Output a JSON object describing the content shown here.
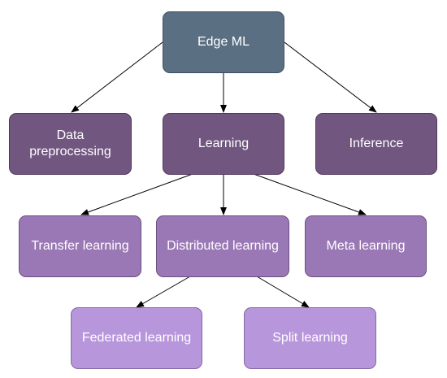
{
  "diagram": {
    "nodes": {
      "edge_ml": {
        "label": "Edge ML"
      },
      "data_preprocessing": {
        "label": "Data\npreprocessing"
      },
      "learning": {
        "label": "Learning"
      },
      "inference": {
        "label": "Inference"
      },
      "transfer_learning": {
        "label": "Transfer learning"
      },
      "distributed_learning": {
        "label": "Distributed learning"
      },
      "meta_learning": {
        "label": "Meta learning"
      },
      "federated_learning": {
        "label": "Federated learning"
      },
      "split_learning": {
        "label": "Split learning"
      }
    },
    "edges": [
      {
        "from": "edge_ml",
        "to": "data_preprocessing"
      },
      {
        "from": "edge_ml",
        "to": "learning"
      },
      {
        "from": "edge_ml",
        "to": "inference"
      },
      {
        "from": "learning",
        "to": "transfer_learning"
      },
      {
        "from": "learning",
        "to": "distributed_learning"
      },
      {
        "from": "learning",
        "to": "meta_learning"
      },
      {
        "from": "distributed_learning",
        "to": "federated_learning"
      },
      {
        "from": "distributed_learning",
        "to": "split_learning"
      }
    ],
    "colors": {
      "root": "#5a6f82",
      "level1": "#71567f",
      "level2": "#9a78b5",
      "level3": "#b896dc",
      "edge": "#000000"
    }
  }
}
